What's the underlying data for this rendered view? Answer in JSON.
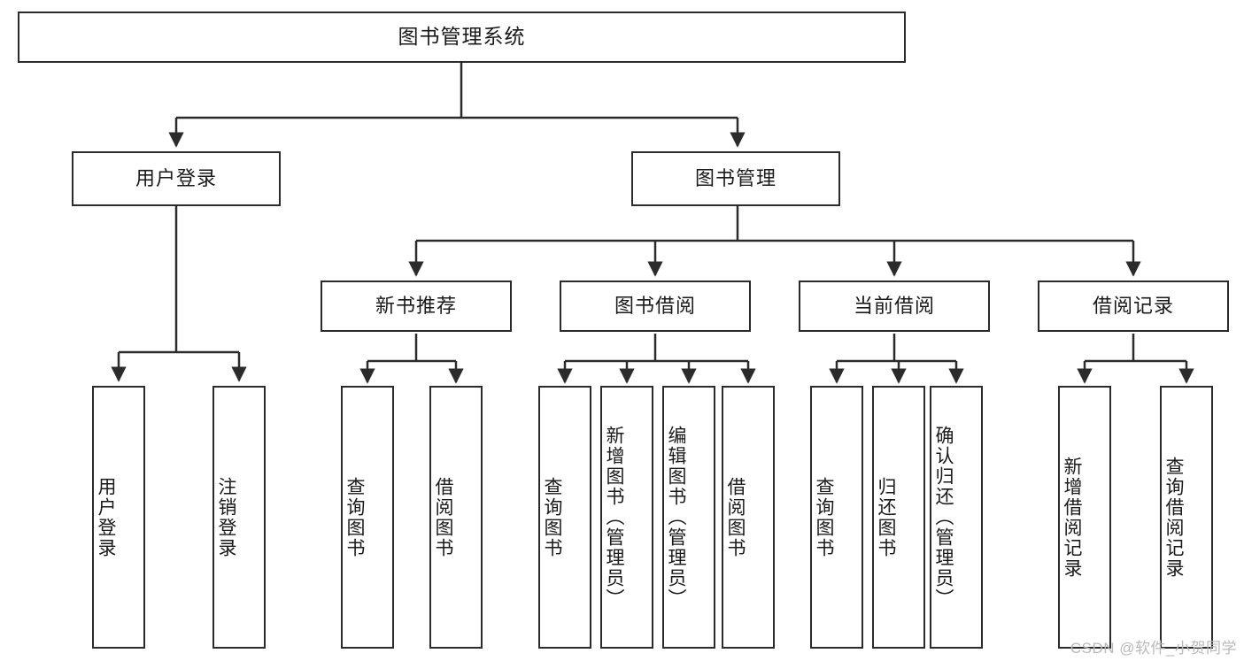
{
  "diagram": {
    "title": "图书管理系统",
    "type": "tree",
    "watermark": "CSDN @软件_小贺同学",
    "colors": {
      "box_border": "#2b2b2b",
      "box_fill": "#ffffff",
      "edge": "#2b2b2b",
      "text": "#1a1a1a",
      "watermark": "#b9b9b9",
      "background": "#ffffff"
    }
  },
  "nodes": {
    "root": {
      "label": "图书管理系统"
    },
    "level2": [
      {
        "label": "用户登录"
      },
      {
        "label": "图书管理"
      }
    ],
    "level3": [
      {
        "label": "新书推荐"
      },
      {
        "label": "图书借阅"
      },
      {
        "label": "当前借阅"
      },
      {
        "label": "借阅记录"
      }
    ],
    "leaves": {
      "user_login": [
        {
          "label": "用户登录"
        },
        {
          "label": "注销登录"
        }
      ],
      "new_book_recommend": [
        {
          "label": "查询图书"
        },
        {
          "label": "借阅图书"
        }
      ],
      "book_borrow": [
        {
          "label": "查询图书"
        },
        {
          "label": "新增图书（管理员）"
        },
        {
          "label": "编辑图书（管理员）"
        },
        {
          "label": "借阅图书"
        }
      ],
      "current_borrow": [
        {
          "label": "查询图书"
        },
        {
          "label": "归还图书"
        },
        {
          "label": "确认归还（管理员）"
        }
      ],
      "borrow_record": [
        {
          "label": "新增借阅记录"
        },
        {
          "label": "查询借阅记录"
        }
      ]
    }
  },
  "chart_data": {
    "type": "tree",
    "title": "图书管理系统",
    "edges": [
      {
        "from": "图书管理系统",
        "to": "用户登录"
      },
      {
        "from": "图书管理系统",
        "to": "图书管理"
      },
      {
        "from": "用户登录",
        "to": "用户登录(叶)"
      },
      {
        "from": "用户登录",
        "to": "注销登录"
      },
      {
        "from": "图书管理",
        "to": "新书推荐"
      },
      {
        "from": "图书管理",
        "to": "图书借阅"
      },
      {
        "from": "图书管理",
        "to": "当前借阅"
      },
      {
        "from": "图书管理",
        "to": "借阅记录"
      },
      {
        "from": "新书推荐",
        "to": "查询图书"
      },
      {
        "from": "新书推荐",
        "to": "借阅图书"
      },
      {
        "from": "图书借阅",
        "to": "查询图书"
      },
      {
        "from": "图书借阅",
        "to": "新增图书（管理员）"
      },
      {
        "from": "图书借阅",
        "to": "编辑图书（管理员）"
      },
      {
        "from": "图书借阅",
        "to": "借阅图书"
      },
      {
        "from": "当前借阅",
        "to": "查询图书"
      },
      {
        "from": "当前借阅",
        "to": "归还图书"
      },
      {
        "from": "当前借阅",
        "to": "确认归还（管理员）"
      },
      {
        "from": "借阅记录",
        "to": "新增借阅记录"
      },
      {
        "from": "借阅记录",
        "to": "查询借阅记录"
      }
    ]
  }
}
